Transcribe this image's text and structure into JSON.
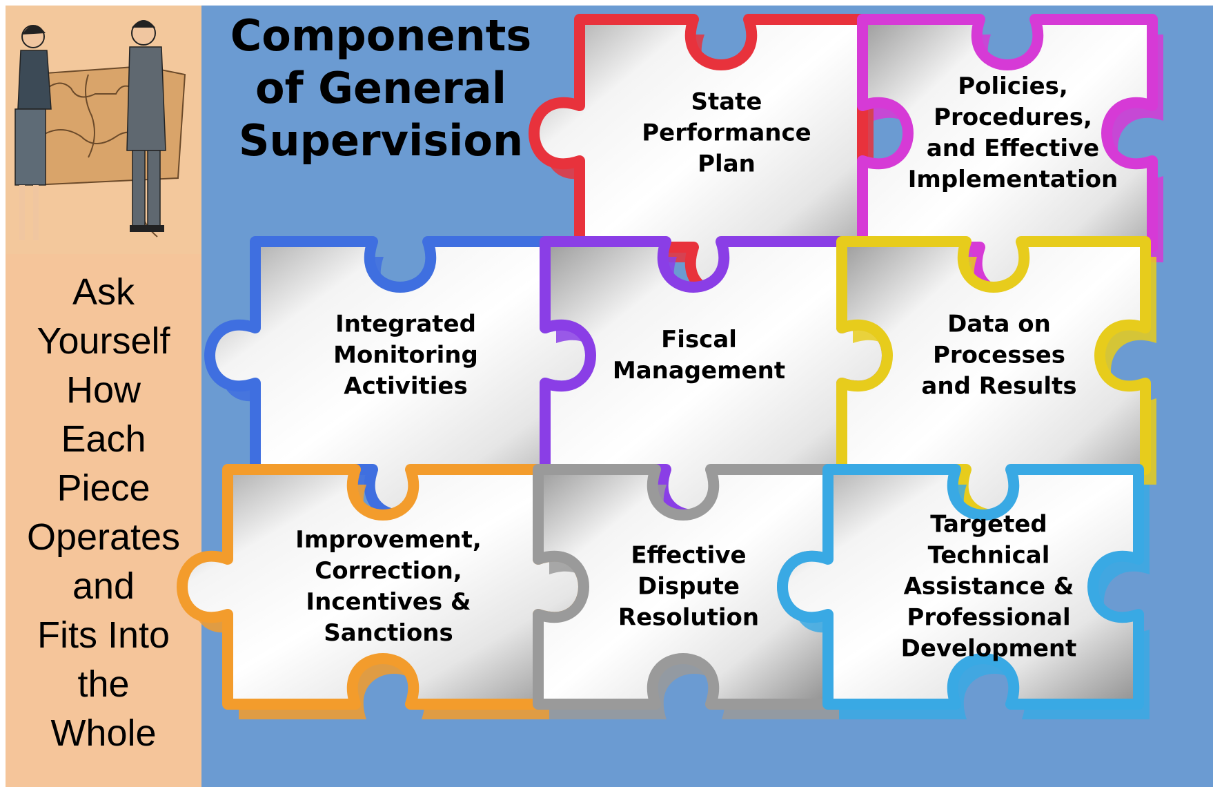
{
  "title_lines": [
    "Components",
    "of General",
    "Supervision"
  ],
  "side_text_lines": [
    "Ask",
    "Yourself",
    "How",
    "Each",
    "Piece",
    "Operates",
    "and",
    "Fits Into",
    "the",
    "Whole"
  ],
  "pieces": [
    {
      "id": "state-performance-plan",
      "lines": [
        "State",
        "Performance",
        "Plan"
      ],
      "color": "#e8323c"
    },
    {
      "id": "policies-procedures",
      "lines": [
        "Policies,",
        "Procedures,",
        "and Effective",
        "Implementation"
      ],
      "color": "#d63ad6"
    },
    {
      "id": "integrated-monitoring",
      "lines": [
        "Integrated",
        "Monitoring",
        "Activities"
      ],
      "color": "#3f6fe0"
    },
    {
      "id": "fiscal-management",
      "lines": [
        "Fiscal",
        "Management"
      ],
      "color": "#8a3ee6"
    },
    {
      "id": "data-processes-results",
      "lines": [
        "Data on",
        "Processes",
        "and Results"
      ],
      "color": "#e7cc1c"
    },
    {
      "id": "improvement-correction",
      "lines": [
        "Improvement,",
        "Correction,",
        "Incentives &",
        "Sanctions"
      ],
      "color": "#f39c2c"
    },
    {
      "id": "effective-dispute-resolution",
      "lines": [
        "Effective",
        "Dispute",
        "Resolution"
      ],
      "color": "#9a9a9a"
    },
    {
      "id": "targeted-technical-assistance",
      "lines": [
        "Targeted",
        "Technical",
        "Assistance &",
        "Professional",
        "Development"
      ],
      "color": "#39a9e4"
    }
  ],
  "colors": {
    "left_panel": "#f5c59a",
    "main_panel": "#6b9bd2"
  },
  "illustration": "people-fitting-puzzle-pieces"
}
